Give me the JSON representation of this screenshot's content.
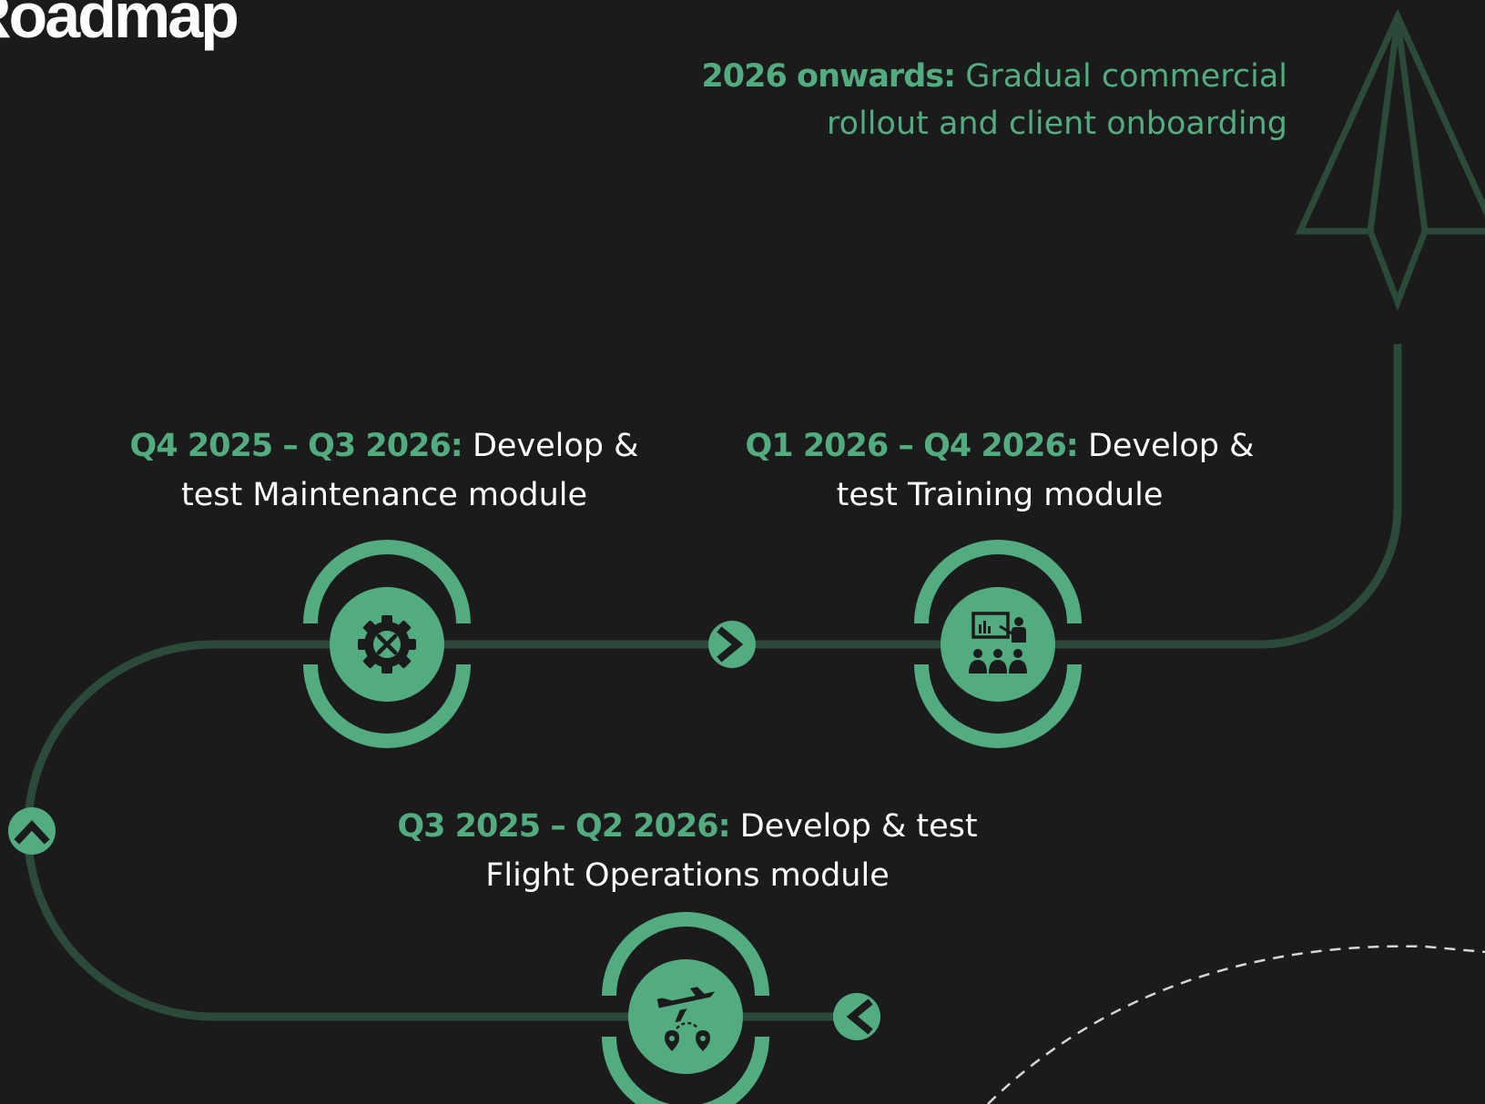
{
  "title": "Roadmap",
  "colors": {
    "background": "#1b1b1b",
    "accent": "#52ac7f",
    "path": "#2c4a3a",
    "icon": "#1b1b1b",
    "text": "#ffffff"
  },
  "milestones": {
    "final": {
      "period": "2026 onwards:",
      "text": " Gradual commercial rollout and client onboarding"
    },
    "maintenance": {
      "period": "Q4 2025 – Q3 2026:",
      "text": " Develop & test Maintenance module",
      "icon": "gear-wrench-icon"
    },
    "training": {
      "period": "Q1 2026 – Q4 2026:",
      "text": " Develop & test Training module",
      "icon": "classroom-presentation-icon"
    },
    "flight_ops": {
      "period": "Q3 2025 – Q2 2026:",
      "text": " Develop & test Flight Operations module",
      "icon": "airplane-route-icon"
    }
  },
  "decorations": {
    "end_marker": "paper-plane-icon",
    "direction_arrows": [
      "chevron-left-icon",
      "chevron-up-icon",
      "chevron-right-icon"
    ]
  }
}
